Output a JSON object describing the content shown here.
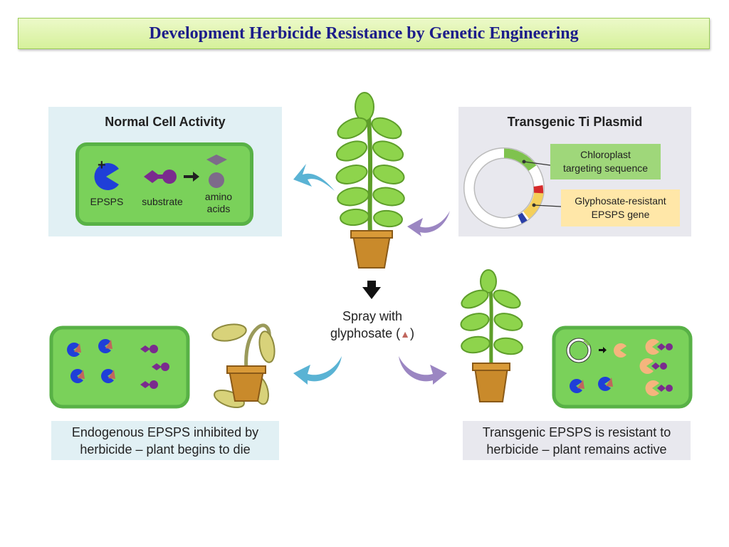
{
  "title": "Development Herbicide Resistance by Genetic Engineering",
  "normal_cell": {
    "heading": "Normal Cell Activity",
    "labels": {
      "epsps": "EPSPS",
      "plus": "+",
      "substrate": "substrate",
      "amino_line1": "amino",
      "amino_line2": "acids"
    }
  },
  "plasmid": {
    "heading": "Transgenic Ti Plasmid",
    "chloroplast_line1": "Chloroplast",
    "chloroplast_line2": "targeting sequence",
    "glyphosate_line1": "Glyphosate-resistant",
    "glyphosate_line2": "EPSPS gene"
  },
  "spray": {
    "line1": "Spray with",
    "line2_prefix": "glyphosate (",
    "triangle": "▲",
    "line2_suffix": ")"
  },
  "captions": {
    "left_line1": "Endogenous EPSPS inhibited by",
    "left_line2": "herbicide – plant begins to die",
    "right_line1": "Transgenic EPSPS is resistant to",
    "right_line2": "herbicide – plant remains active"
  },
  "colors": {
    "epsps_blue": "#1f3fd8",
    "substrate_purple": "#7a2b8e",
    "amino_grey": "#7d6b8a",
    "resistant_orange": "#f5b57d",
    "glyphosate_red": "#c0665d",
    "cell_green": "#7ad15a",
    "arrow_blue": "#5ab3d4",
    "arrow_purple": "#9b86c2"
  },
  "icons": {
    "arrows": [
      "curved-arrow-blue-icon",
      "curved-arrow-purple-icon",
      "down-arrow-icon"
    ],
    "plants": [
      "healthy-plant-icon",
      "wilting-plant-icon",
      "transgenic-plant-icon"
    ]
  }
}
